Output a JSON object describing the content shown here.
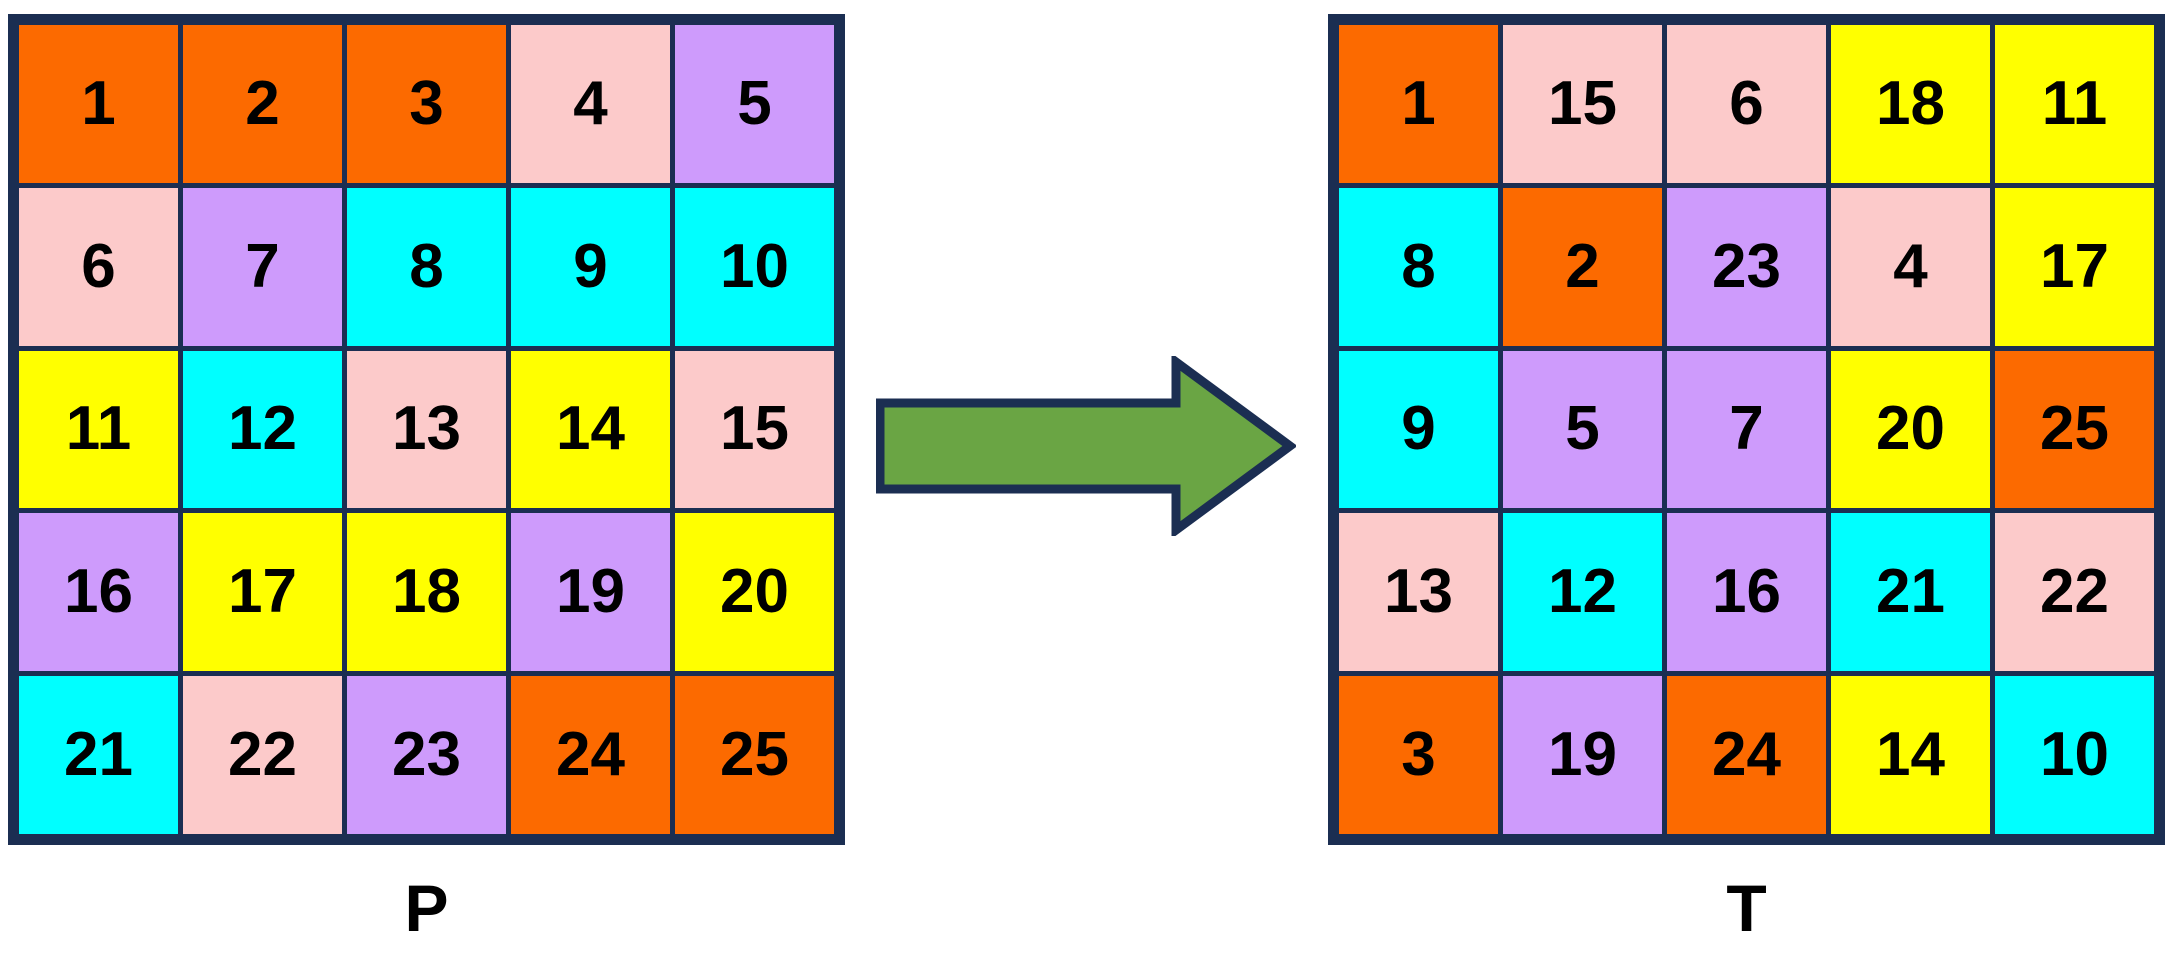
{
  "figure": {
    "type": "permutation-diagram",
    "background_color": "#ffffff"
  },
  "palette": {
    "orange": "#fc6a00",
    "pink": "#fccaca",
    "purple": "#ce9bfc",
    "cyan": "#00ffff",
    "yellow": "#ffff00",
    "border": "#1b2e52",
    "arrow_fill": "#6aa544",
    "arrow_stroke": "#1b2e52",
    "text": "#000000"
  },
  "grids": [
    {
      "id": "P",
      "label": "P",
      "rows": 5,
      "columns": 5,
      "cells": [
        {
          "value": "1",
          "color": "orange"
        },
        {
          "value": "2",
          "color": "orange"
        },
        {
          "value": "3",
          "color": "orange"
        },
        {
          "value": "4",
          "color": "pink"
        },
        {
          "value": "5",
          "color": "purple"
        },
        {
          "value": "6",
          "color": "pink"
        },
        {
          "value": "7",
          "color": "purple"
        },
        {
          "value": "8",
          "color": "cyan"
        },
        {
          "value": "9",
          "color": "cyan"
        },
        {
          "value": "10",
          "color": "cyan"
        },
        {
          "value": "11",
          "color": "yellow"
        },
        {
          "value": "12",
          "color": "cyan"
        },
        {
          "value": "13",
          "color": "pink"
        },
        {
          "value": "14",
          "color": "yellow"
        },
        {
          "value": "15",
          "color": "pink"
        },
        {
          "value": "16",
          "color": "purple"
        },
        {
          "value": "17",
          "color": "yellow"
        },
        {
          "value": "18",
          "color": "yellow"
        },
        {
          "value": "19",
          "color": "purple"
        },
        {
          "value": "20",
          "color": "yellow"
        },
        {
          "value": "21",
          "color": "cyan"
        },
        {
          "value": "22",
          "color": "pink"
        },
        {
          "value": "23",
          "color": "purple"
        },
        {
          "value": "24",
          "color": "orange"
        },
        {
          "value": "25",
          "color": "orange"
        }
      ]
    },
    {
      "id": "T",
      "label": "T",
      "rows": 5,
      "columns": 5,
      "cells": [
        {
          "value": "1",
          "color": "orange"
        },
        {
          "value": "15",
          "color": "pink"
        },
        {
          "value": "6",
          "color": "pink"
        },
        {
          "value": "18",
          "color": "yellow"
        },
        {
          "value": "11",
          "color": "yellow"
        },
        {
          "value": "8",
          "color": "cyan"
        },
        {
          "value": "2",
          "color": "orange"
        },
        {
          "value": "23",
          "color": "purple"
        },
        {
          "value": "4",
          "color": "pink"
        },
        {
          "value": "17",
          "color": "yellow"
        },
        {
          "value": "9",
          "color": "cyan"
        },
        {
          "value": "5",
          "color": "purple"
        },
        {
          "value": "7",
          "color": "purple"
        },
        {
          "value": "20",
          "color": "yellow"
        },
        {
          "value": "25",
          "color": "orange"
        },
        {
          "value": "13",
          "color": "pink"
        },
        {
          "value": "12",
          "color": "cyan"
        },
        {
          "value": "16",
          "color": "purple"
        },
        {
          "value": "21",
          "color": "cyan"
        },
        {
          "value": "22",
          "color": "pink"
        },
        {
          "value": "3",
          "color": "orange"
        },
        {
          "value": "19",
          "color": "purple"
        },
        {
          "value": "24",
          "color": "orange"
        },
        {
          "value": "14",
          "color": "yellow"
        },
        {
          "value": "10",
          "color": "cyan"
        }
      ]
    }
  ],
  "arrow": {
    "name": "right-arrow",
    "direction": "right",
    "fill": "#6aa544",
    "stroke": "#1b2e52"
  }
}
